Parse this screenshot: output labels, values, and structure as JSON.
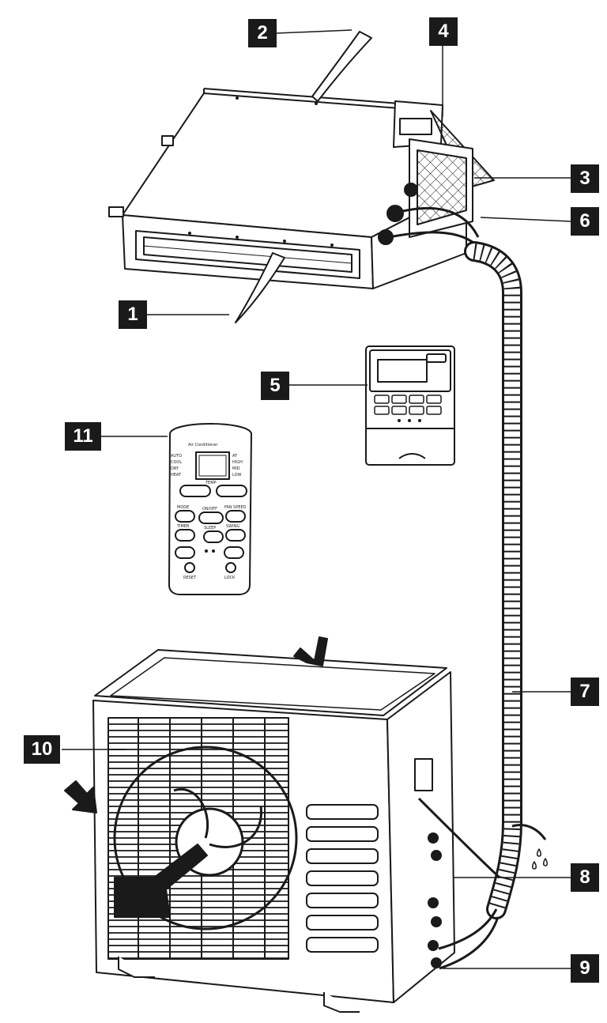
{
  "callouts": {
    "c1": "1",
    "c2": "2",
    "c3": "3",
    "c4": "4",
    "c5": "5",
    "c6": "6",
    "c7": "7",
    "c8": "8",
    "c9": "9",
    "c10": "10",
    "c11": "11"
  },
  "remote": {
    "brand": "Air Conditioner",
    "modes_left": [
      "AUTO",
      "COOL",
      "DRY",
      "HEAT"
    ],
    "modes_right": [
      "AT",
      "HIGH",
      "MID",
      "LOW"
    ],
    "btn_temp": "TEMP",
    "btn_mode": "MODE",
    "btn_onoff": "ON/OFF",
    "btn_fanspeed": "FAN SPEED",
    "btn_timer": "TIMER",
    "btn_sleep": "SLEEP",
    "btn_swing": "SWING",
    "btn_reset": "RESET",
    "btn_lock": "LOCK"
  },
  "colors": {
    "ink": "#1a1a1a",
    "paper": "#ffffff",
    "grille": "#333333"
  }
}
